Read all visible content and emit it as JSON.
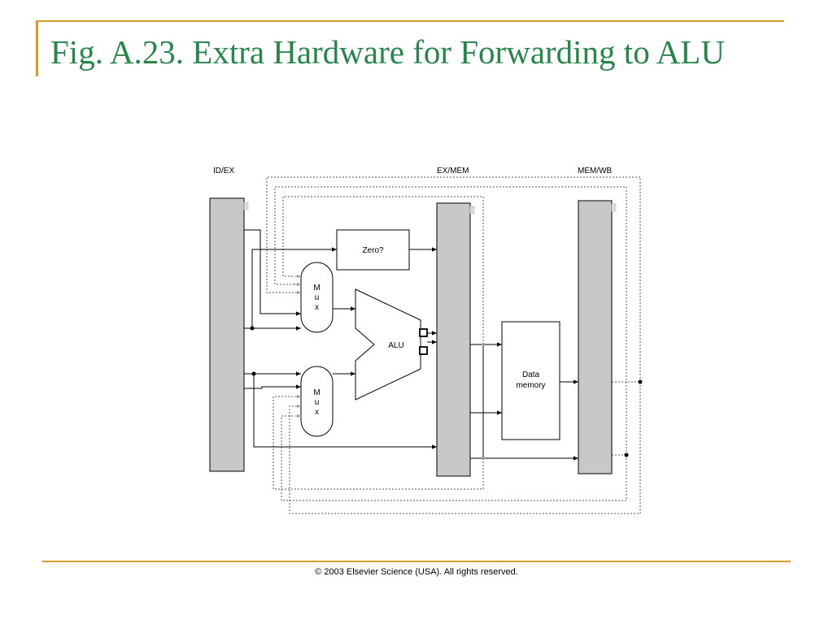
{
  "slide": {
    "title": "Fig. A.23. Extra Hardware for Forwarding to ALU",
    "copyright": "© 2003 Elsevier Science (USA). All rights reserved."
  },
  "diagram": {
    "registers": {
      "id_ex": "ID/EX",
      "ex_mem": "EX/MEM",
      "mem_wb": "MEM/WB"
    },
    "zero": "Zero?",
    "alu": "ALU",
    "mux_letters": [
      "M",
      "u",
      "x"
    ],
    "data_memory": [
      "Data",
      "memory"
    ]
  },
  "colors": {
    "title": "#27874a",
    "accent": "#d79c28",
    "register_fill": "#c8c8c8"
  }
}
